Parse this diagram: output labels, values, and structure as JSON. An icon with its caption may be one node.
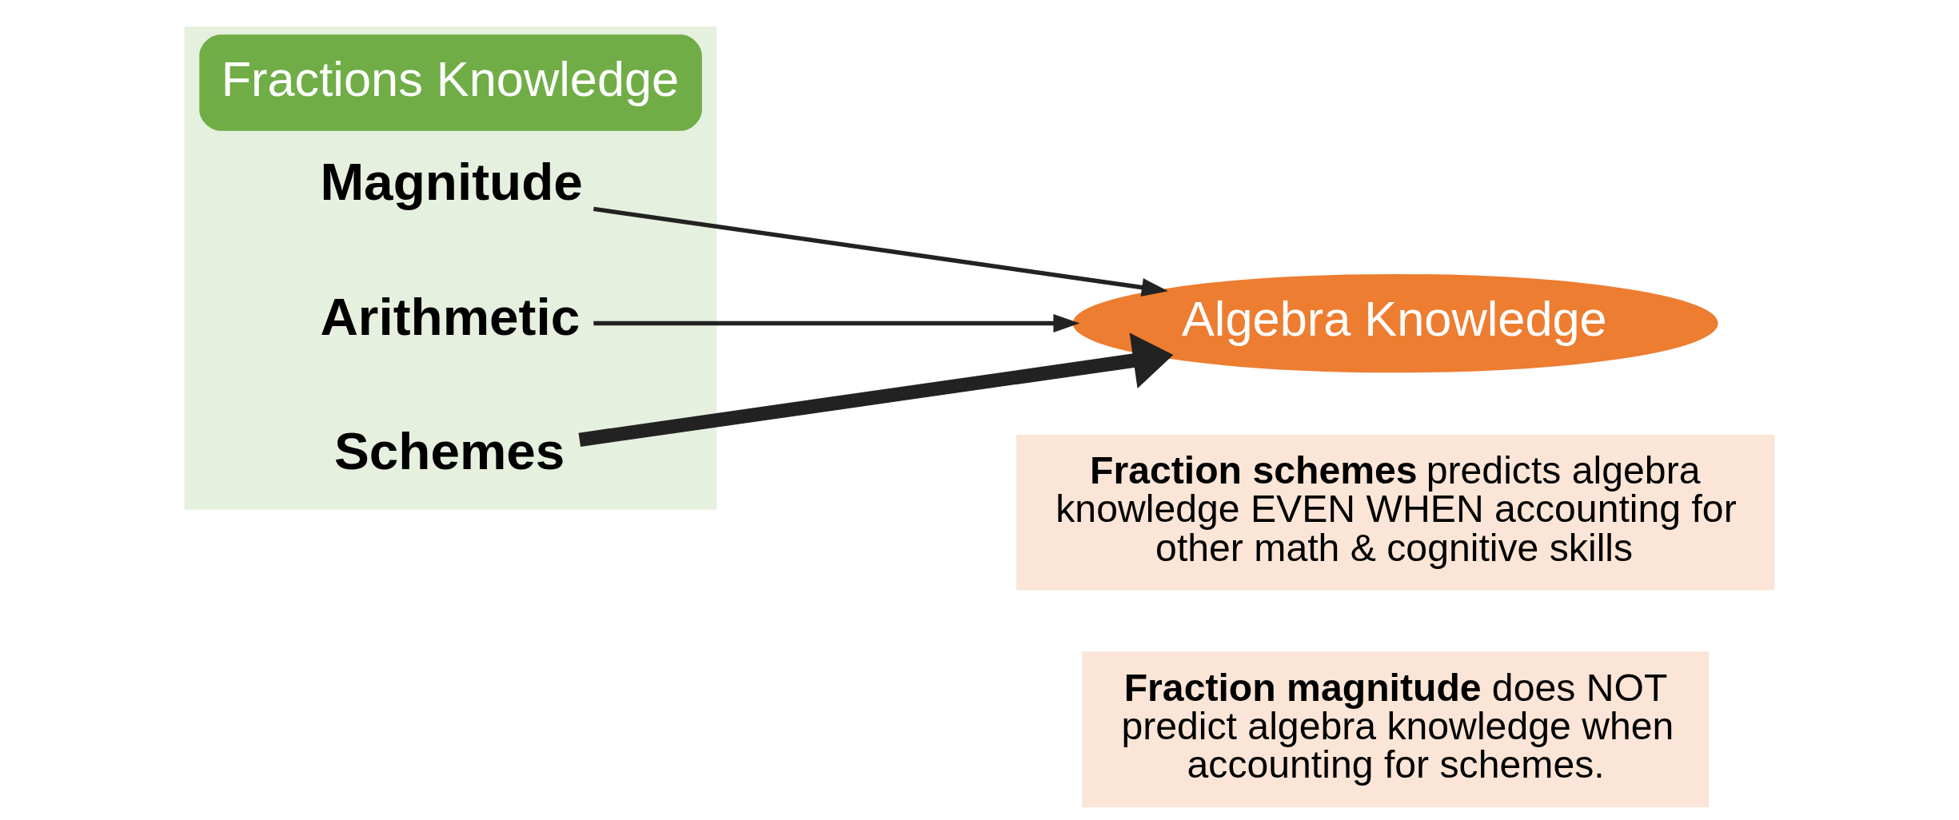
{
  "diagram": {
    "nodes": [
      {
        "text": [
          "Fractions Knowledge"
        ]
      },
      {
        "text": [
          "Magnitude"
        ],
        "in": 0
      },
      {
        "text": [
          "Arithmetic"
        ],
        "in": 0
      },
      {
        "text": [
          "Schemes"
        ],
        "in": 0
      },
      {
        "text": [
          "Algebra Knowledge"
        ]
      },
      {
        "text": [
          "**Fraction schemes** predicts algebra knowledge EVEN WHEN accounting for other math & cognitive skills"
        ]
      },
      {
        "text": [
          "**Fraction magnitude** does NOT predict algebra knowledge when accounting for schemes."
        ]
      }
    ],
    "edges": [
      {
        "from": 1,
        "to": 4,
        "arrow": "to"
      },
      {
        "from": 2,
        "to": 4,
        "arrow": "to"
      },
      {
        "from": 3,
        "to": 4,
        "arrow": "to",
        "style": "thick"
      }
    ]
  }
}
